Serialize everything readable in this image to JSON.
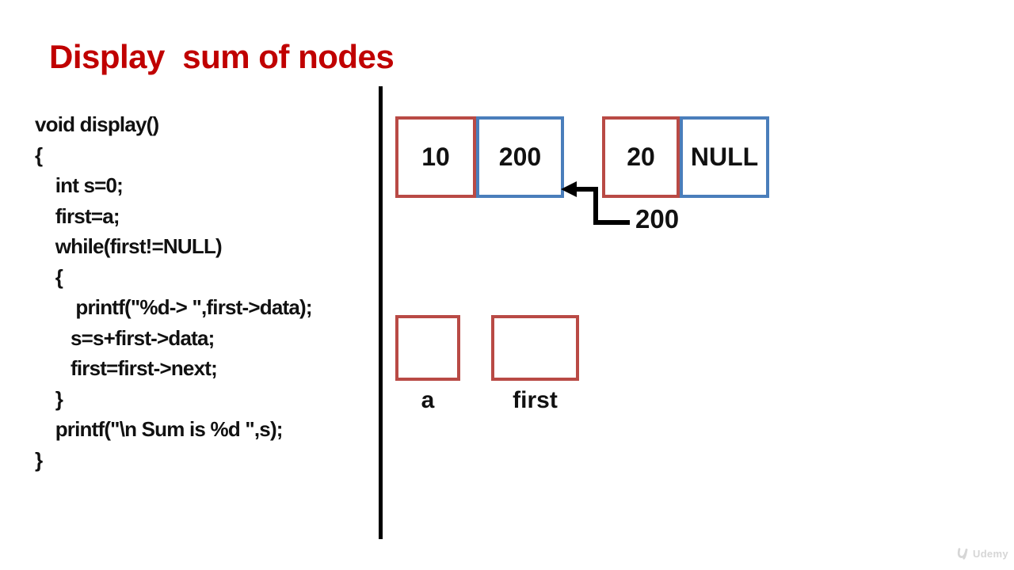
{
  "slide": {
    "title": "Display  sum of nodes"
  },
  "code": {
    "lines": [
      "void display()",
      "{",
      "    int s=0;",
      "    first=a;",
      "    while(first!=NULL)",
      "    {",
      "        printf(\"%d-> \",first->data);",
      "       s=s+first->data;",
      "       first=first->next;",
      "    }",
      "    printf(\"\\n Sum is %d \",s);",
      "}"
    ]
  },
  "diagram": {
    "node1": {
      "data": "10",
      "next": "200"
    },
    "node2": {
      "data": "20",
      "next": "NULL"
    },
    "address_label": "200",
    "var_a_label": "a",
    "var_first_label": "first",
    "colors": {
      "title_red": "#c00000",
      "data_border_red": "#b94a45",
      "next_border_blue": "#4a7ebb",
      "arrow_black": "#000000"
    }
  },
  "watermark": {
    "brand": "Udemy"
  }
}
